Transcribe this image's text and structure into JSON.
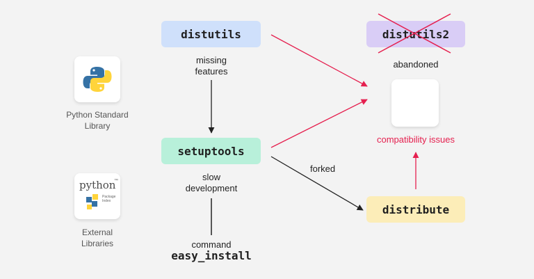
{
  "left": {
    "stdlib_label": "Python Standard Library",
    "external_label": "External Libraries",
    "pypi_logo": {
      "word": "python",
      "tm": "™",
      "sub1": "Package",
      "sub2": "Index"
    }
  },
  "nodes": {
    "distutils": "distutils",
    "setuptools": "setuptools",
    "distutils2": "distutils2",
    "distribute": "distribute"
  },
  "annotations": {
    "missing_features_1": "missing",
    "missing_features_2": "features",
    "slow_dev_1": "slow",
    "slow_dev_2": "development",
    "command": "command",
    "easy_install": "easy_install",
    "abandoned": "abandoned",
    "compat": "compatibility issues",
    "forked": "forked"
  },
  "colors": {
    "distutils_bg": "#cfe0fb",
    "setuptools_bg": "#b8f0da",
    "distutils2_bg": "#d9cdf6",
    "distribute_bg": "#fcedb8",
    "red": "#e5204f",
    "python_blue": "#3572a5",
    "python_yellow": "#ffd43b"
  }
}
